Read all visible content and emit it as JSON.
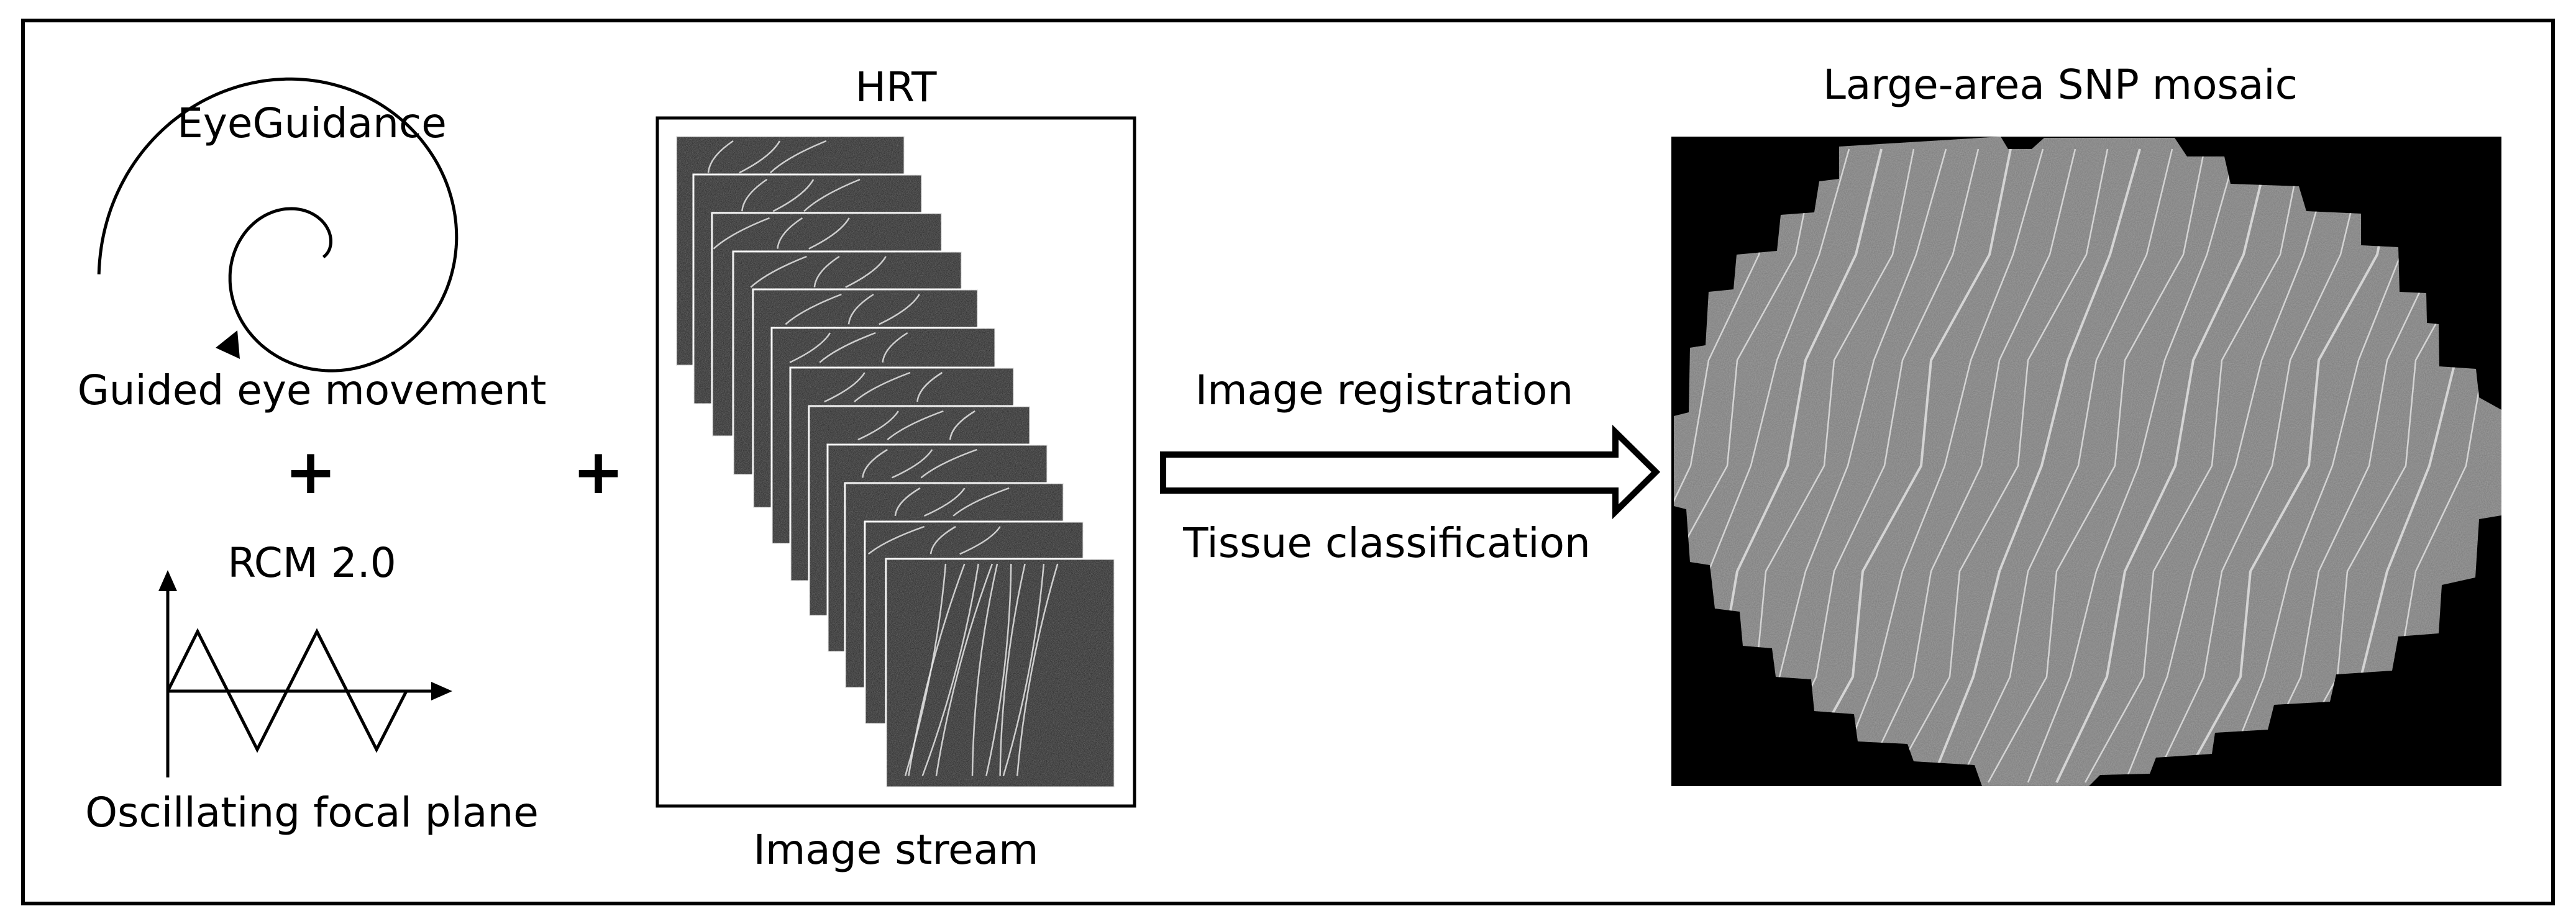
{
  "left_panel": {
    "title": "EyeGuidance",
    "spiral_caption": "Guided eye movement",
    "plus": "+",
    "wave_title": "RCM 2.0",
    "wave_caption": "Oscillating focal plane"
  },
  "middle_panel": {
    "plus": "+",
    "title": "HRT",
    "caption": "Image stream"
  },
  "arrow": {
    "top_label": "Image registration",
    "bottom_label": "Tissue classification"
  },
  "right_panel": {
    "title": "Large-area SNP mosaic"
  },
  "colors": {
    "line": "#000000",
    "background": "#ffffff",
    "image_dark": "#1e1e1e",
    "mosaic_tissue": "#7a7a7a",
    "nerve": "#e6e6e6"
  }
}
